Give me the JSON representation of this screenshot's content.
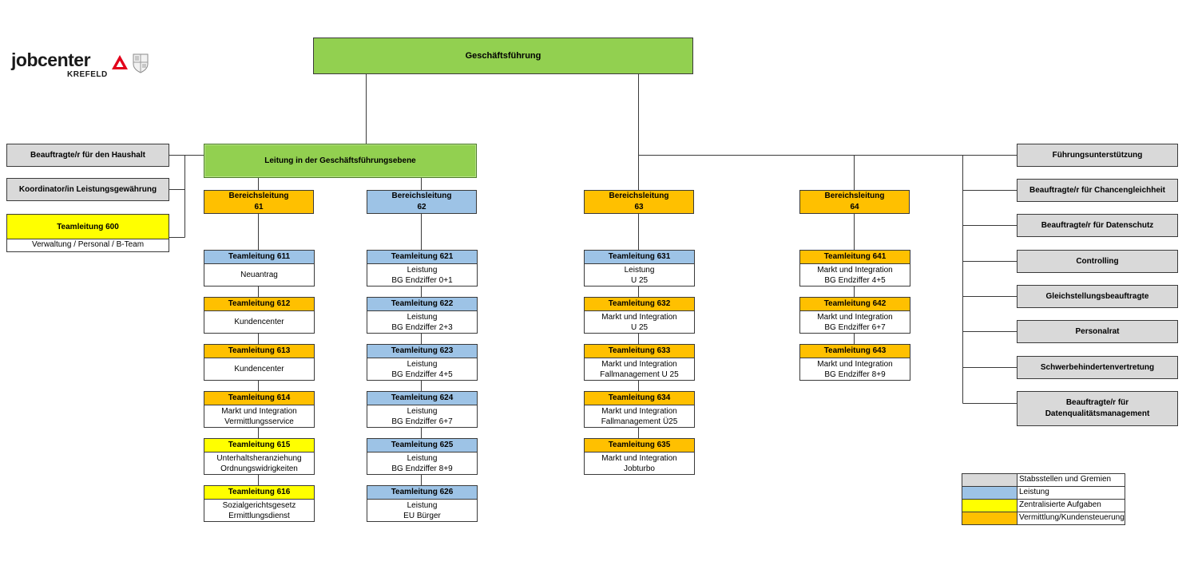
{
  "logo": {
    "wordmark": "jobcenter",
    "city": "KREFELD"
  },
  "top": {
    "title": "Geschäftsführung"
  },
  "lead": {
    "title": "Leitung in der Geschäftsführungsebene"
  },
  "left_staff": [
    {
      "label": "Beauftragte/r für den Haushalt"
    },
    {
      "label": "Koordinator/in Leistungsgewährung"
    }
  ],
  "team600": {
    "title": "Teamleitung 600",
    "desc": "Verwaltung / Personal / B-Team"
  },
  "areas": [
    {
      "label": "Bereichsleitung",
      "number": "61",
      "teams": [
        {
          "title": "Teamleitung 611",
          "lines": [
            "Neuantrag"
          ]
        },
        {
          "title": "Teamleitung 612",
          "lines": [
            "Kundencenter"
          ]
        },
        {
          "title": "Teamleitung 613",
          "lines": [
            "Kundencenter"
          ]
        },
        {
          "title": "Teamleitung 614",
          "lines": [
            "Markt und Integration",
            "Vermittlungsservice"
          ]
        },
        {
          "title": "Teamleitung 615",
          "lines": [
            "Unterhaltsheranziehung",
            "Ordnungswidrigkeiten"
          ]
        },
        {
          "title": "Teamleitung 616",
          "lines": [
            "Sozialgerichtsgesetz",
            "Ermittlungsdienst"
          ]
        }
      ]
    },
    {
      "label": "Bereichsleitung",
      "number": "62",
      "teams": [
        {
          "title": "Teamleitung 621",
          "lines": [
            "Leistung",
            "BG Endziffer 0+1"
          ]
        },
        {
          "title": "Teamleitung 622",
          "lines": [
            "Leistung",
            "BG Endziffer 2+3"
          ]
        },
        {
          "title": "Teamleitung 623",
          "lines": [
            "Leistung",
            "BG Endziffer 4+5"
          ]
        },
        {
          "title": "Teamleitung 624",
          "lines": [
            "Leistung",
            "BG Endziffer 6+7"
          ]
        },
        {
          "title": "Teamleitung 625",
          "lines": [
            "Leistung",
            "BG Endziffer 8+9"
          ]
        },
        {
          "title": "Teamleitung 626",
          "lines": [
            "Leistung",
            "EU Bürger"
          ]
        }
      ]
    },
    {
      "label": "Bereichsleitung",
      "number": "63",
      "teams": [
        {
          "title": "Teamleitung 631",
          "lines": [
            "Leistung",
            "U 25"
          ]
        },
        {
          "title": "Teamleitung 632",
          "lines": [
            "Markt und Integration",
            "U 25"
          ]
        },
        {
          "title": "Teamleitung 633",
          "lines": [
            "Markt und Integration",
            "Fallmanagement U 25"
          ]
        },
        {
          "title": "Teamleitung 634",
          "lines": [
            "Markt und Integration",
            "Fallmanagement Ü25"
          ]
        },
        {
          "title": "Teamleitung 635",
          "lines": [
            "Markt und Integration",
            "Jobturbo"
          ]
        }
      ]
    },
    {
      "label": "Bereichsleitung",
      "number": "64",
      "teams": [
        {
          "title": "Teamleitung 641",
          "lines": [
            "Markt und Integration",
            "BG Endziffer 4+5"
          ]
        },
        {
          "title": "Teamleitung 642",
          "lines": [
            "Markt und Integration",
            "BG Endziffer 6+7"
          ]
        },
        {
          "title": "Teamleitung 643",
          "lines": [
            "Markt und Integration",
            "BG Endziffer 8+9"
          ]
        }
      ]
    }
  ],
  "right_staff": [
    {
      "label": "Führungsunterstützung"
    },
    {
      "label": "Beauftragte/r für Chancengleichheit"
    },
    {
      "label": "Beauftragte/r für Datenschutz"
    },
    {
      "label": "Controlling"
    },
    {
      "label": "Gleichstellungsbeauftragte"
    },
    {
      "label": "Personalrat"
    },
    {
      "label": "Schwerbehindertenvertretung"
    },
    {
      "label": "Beauftragte/r für",
      "label2": "Datenqualitätsmanagement"
    }
  ],
  "legend": [
    {
      "label": "Stabsstellen und Gremien",
      "color": "#d9d9d9"
    },
    {
      "label": "Leistung",
      "color": "#9dc3e6"
    },
    {
      "label": "Zentralisierte Aufgaben",
      "color": "#ffff00"
    },
    {
      "label": "Vermittlung/Kundensteuerung",
      "color": "#ffc000"
    }
  ],
  "colors": {
    "lead": "#92d050",
    "staff": "#d9d9d9",
    "leistung": "#9dc3e6",
    "zentral": "#ffff00",
    "vermittlung": "#ffc000"
  }
}
